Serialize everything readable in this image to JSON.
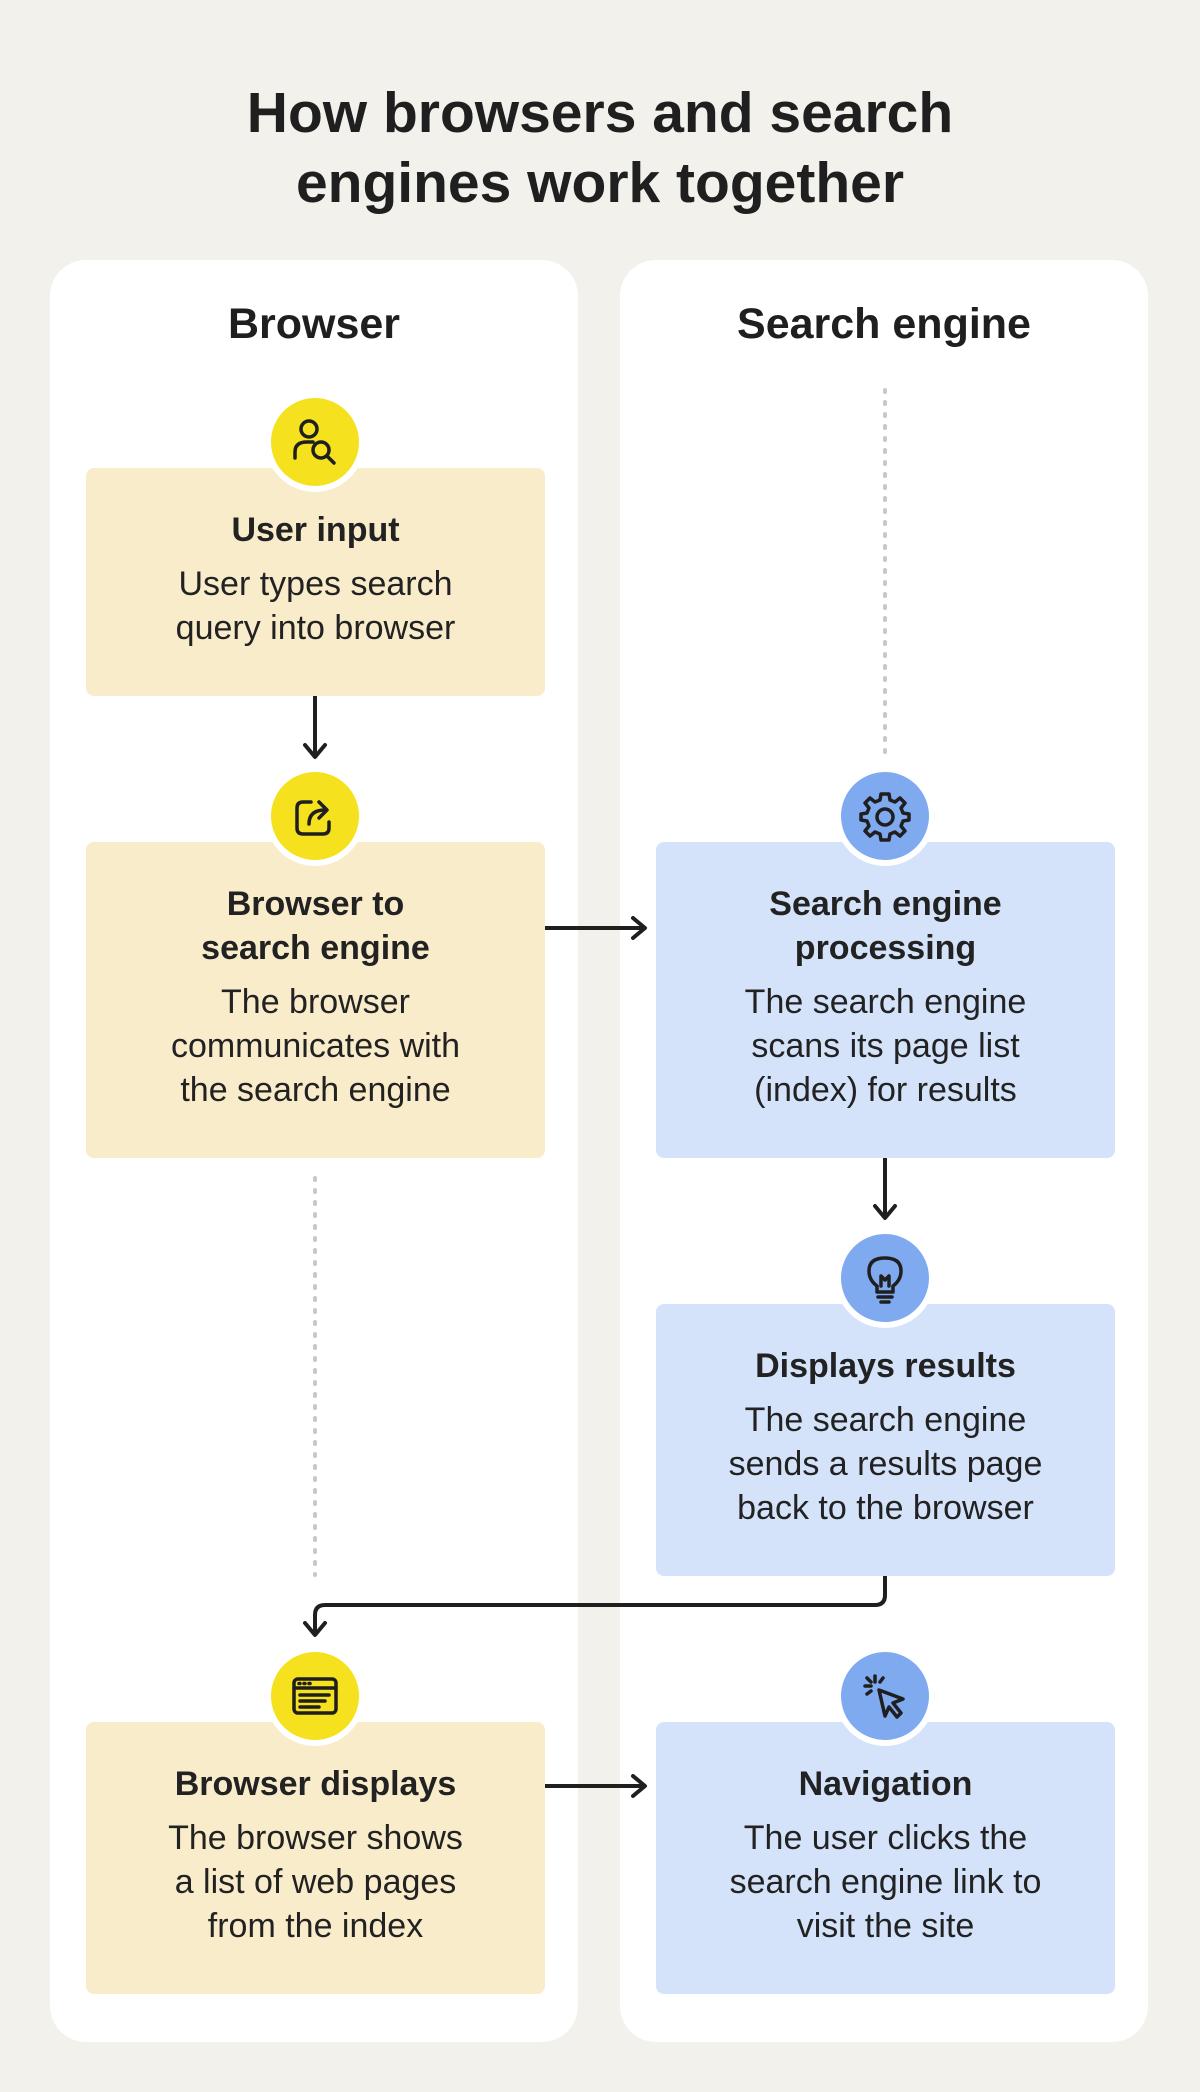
{
  "title": {
    "line1": "How browsers and search",
    "line2": "engines work together"
  },
  "columns": {
    "browser": "Browser",
    "search_engine": "Search engine"
  },
  "steps": {
    "user_input": {
      "title": "User input",
      "body": "User types search\nquery into browser",
      "icon": "user-search-icon"
    },
    "browser_to_engine": {
      "title": "Browser to\nsearch engine",
      "body": "The browser\ncommunicates with\nthe search engine",
      "icon": "share-arrow-icon"
    },
    "engine_processing": {
      "title": "Search engine\nprocessing",
      "body": "The search engine\nscans its page list\n(index) for results",
      "icon": "gear-icon"
    },
    "displays_results": {
      "title": "Displays results",
      "body": "The search engine\nsends a results page\nback to the browser",
      "icon": "lightbulb-icon"
    },
    "browser_displays": {
      "title": "Browser displays",
      "body": "The browser shows\na list of web pages\nfrom the index",
      "icon": "browser-window-icon"
    },
    "navigation": {
      "title": "Navigation",
      "body": "The user clicks the\nsearch engine link to\nvisit the site",
      "icon": "cursor-click-icon"
    }
  },
  "colors": {
    "background": "#f3f1ec",
    "browser_card": "#f9eccb",
    "engine_card": "#d4e3fa",
    "browser_badge": "#f5e11e",
    "engine_badge": "#7faaf0"
  }
}
